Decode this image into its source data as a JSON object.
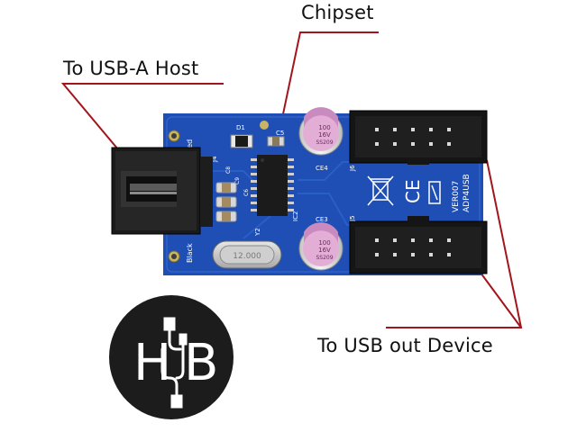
{
  "annotations": {
    "chipset": "Chipset",
    "host": "To USB-A Host",
    "device": "To USB out Device"
  },
  "board": {
    "red_label": "Red",
    "black_label": "Black",
    "model_line1": "VER007",
    "model_line2": "ADP4USB",
    "ref_j4": "J4",
    "ref_j5": "J5",
    "ref_j6": "J6",
    "ref_d1": "D1",
    "ref_c5": "C5",
    "ref_c6": "C6",
    "ref_c8": "C8",
    "ref_c9": "C9",
    "ref_ic2": "IC2",
    "ref_y2": "Y2",
    "ref_ce3": "CE3",
    "ref_ce4": "CE4",
    "cap_text": [
      "100",
      "16V",
      "SS209"
    ],
    "crystal_text": "12.000"
  },
  "logo": {
    "text_left": "H",
    "text_right": "B"
  },
  "colors": {
    "pcb": "#1f4fb4",
    "annotation_line": "#a3151c",
    "logo_bg": "#1c1c1c"
  }
}
